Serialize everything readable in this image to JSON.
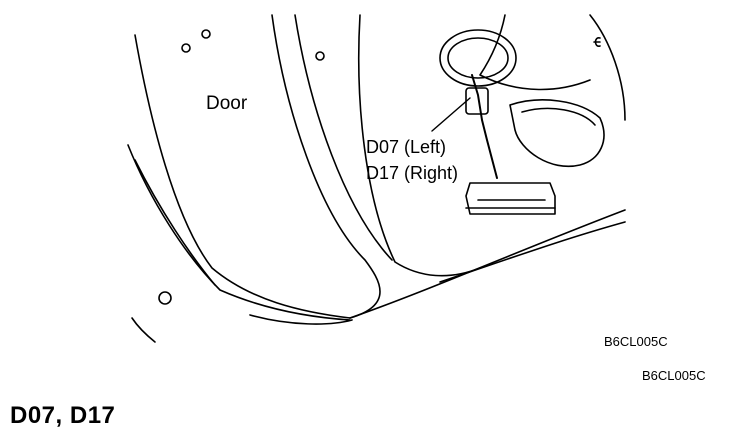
{
  "diagram": {
    "door_label": "Door",
    "callout_lines": [
      "D07 (Left)",
      "D17 (Right)"
    ],
    "image_code_inner": "B6CL005C",
    "image_code_outer": "B6CL005C",
    "caption": "D07,  D17"
  }
}
